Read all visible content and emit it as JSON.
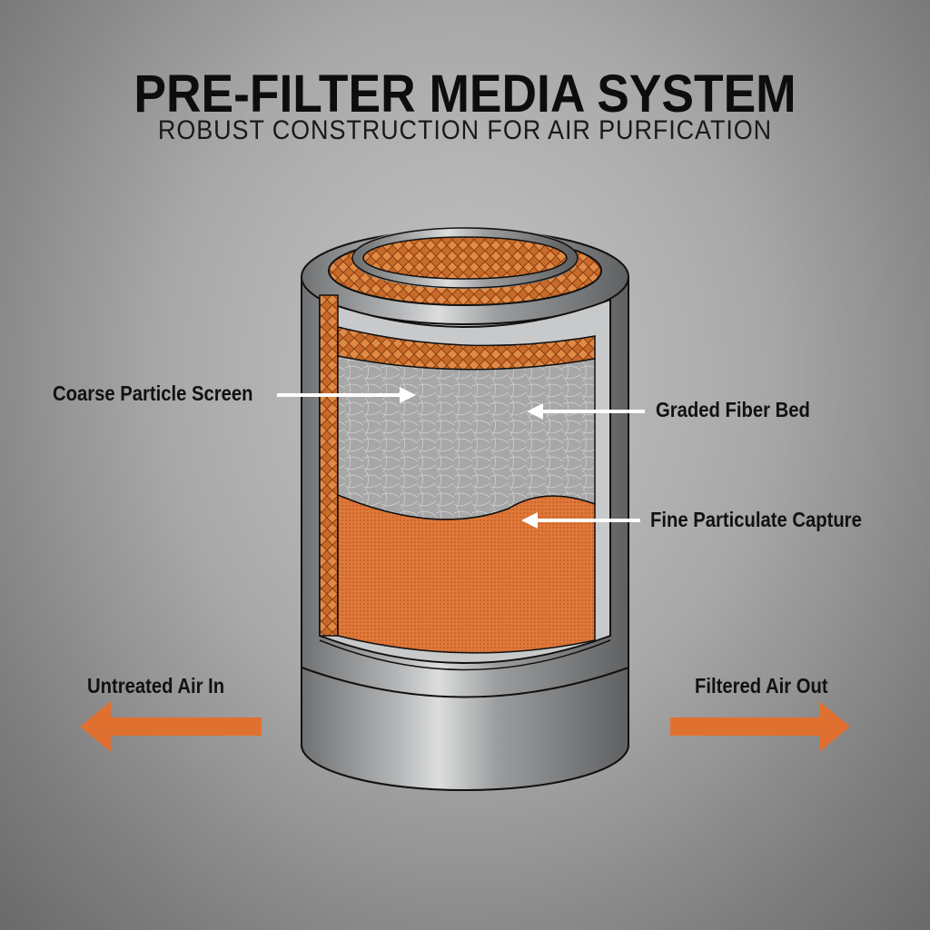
{
  "header": {
    "title": "PRE-FILTER MEDIA SYSTEM",
    "subtitle": "ROBUST CONSTRUCTION FOR AIR PURFICATION"
  },
  "callouts": {
    "coarse": "Coarse Particle Screen",
    "graded": "Graded Fiber Bed",
    "fine": "Fine Particulate Capture"
  },
  "flow": {
    "inlet": "Untreated Air In",
    "outlet": "Filtered Air Out"
  },
  "colors": {
    "accent_orange": "#e07030",
    "steel": "#9a9c9e",
    "background": "#a9a9a9"
  },
  "icons": {
    "inlet_arrow": "arrow-left-icon",
    "outlet_arrow": "arrow-right-icon"
  }
}
